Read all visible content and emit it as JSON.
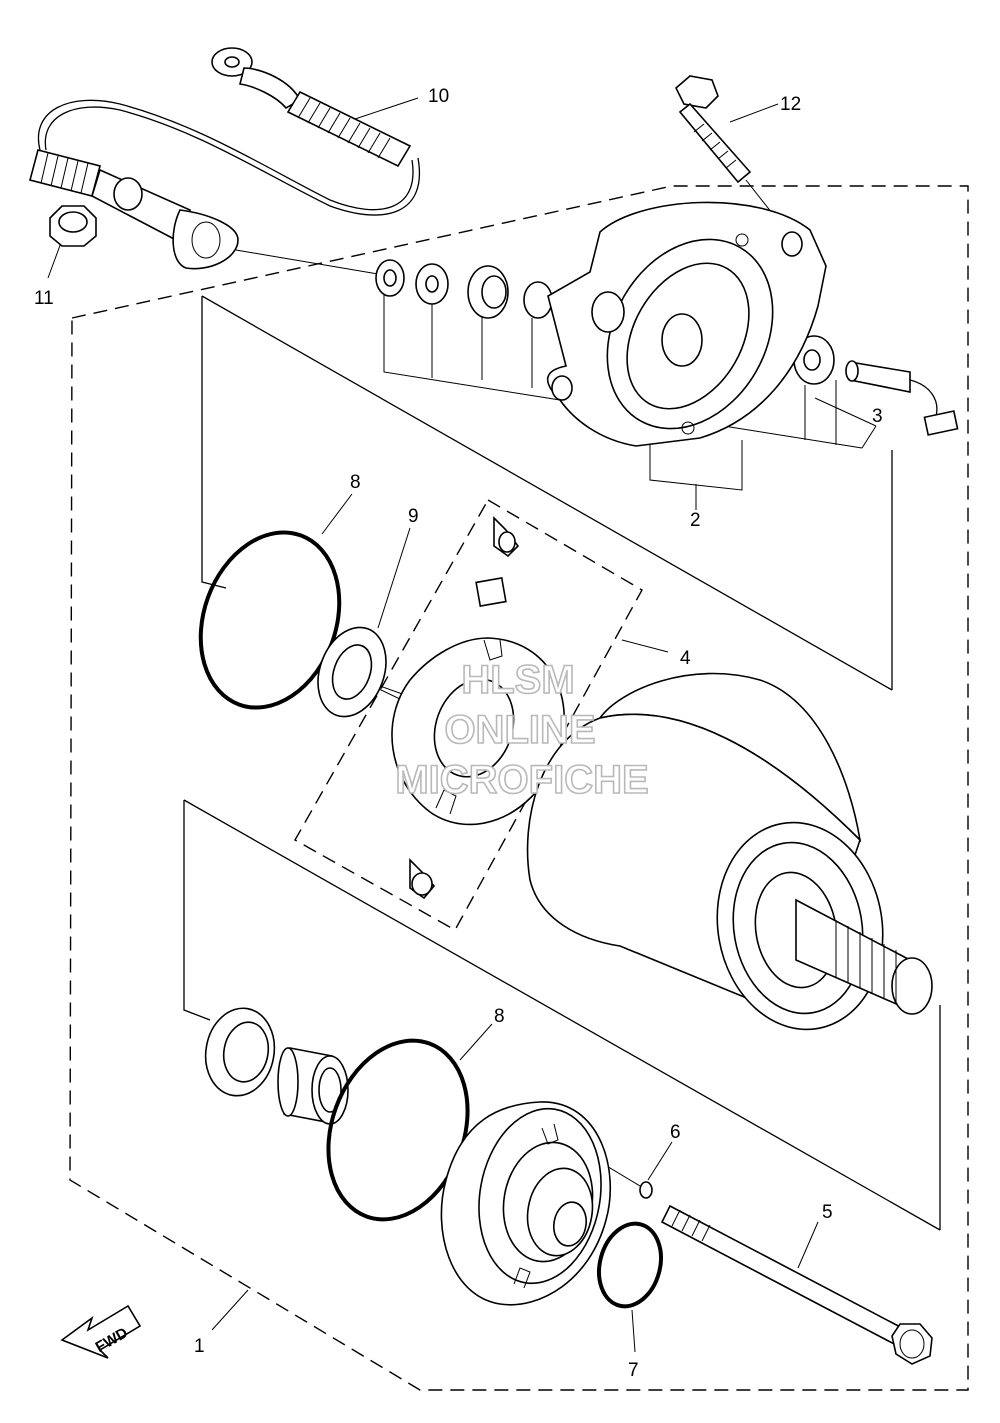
{
  "callouts": {
    "c1": "1",
    "c2": "2",
    "c3": "3",
    "c4": "4",
    "c5": "5",
    "c6": "6",
    "c7": "7",
    "c8a": "8",
    "c8b": "8",
    "c9": "9",
    "c10": "10",
    "c11": "11",
    "c12": "12"
  },
  "watermark": {
    "line1": "HLSM",
    "line2": "ONLINE",
    "line3": "MICROFICHE"
  },
  "fwd_label": "FWD",
  "icons": [
    "fwd-arrow-icon"
  ]
}
